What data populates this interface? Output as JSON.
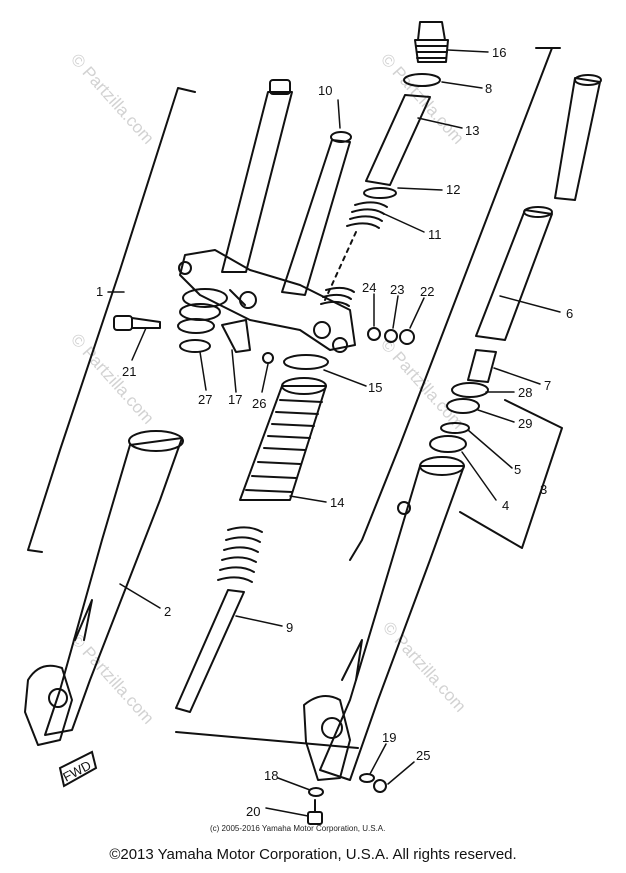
{
  "watermark": "© Partzilla.com",
  "diagram_credit": "(c) 2005-2016 Yamaha Motor Corporation, U.S.A.",
  "copyright": "©2013 Yamaha Motor Corporation, U.S.A. All rights reserved.",
  "fwd_label": "FWD",
  "callouts": {
    "c1": "1",
    "c2": "2",
    "c3": "3",
    "c4": "4",
    "c5": "5",
    "c6": "6",
    "c7": "7",
    "c8": "8",
    "c9": "9",
    "c10": "10",
    "c11": "11",
    "c12": "12",
    "c13": "13",
    "c14": "14",
    "c15": "15",
    "c16": "16",
    "c17": "17",
    "c18": "18",
    "c19": "19",
    "c20": "20",
    "c21": "21",
    "c22": "22",
    "c23": "23",
    "c24": "24",
    "c25": "25",
    "c26": "26",
    "c27": "27",
    "c28": "28",
    "c29": "29"
  }
}
